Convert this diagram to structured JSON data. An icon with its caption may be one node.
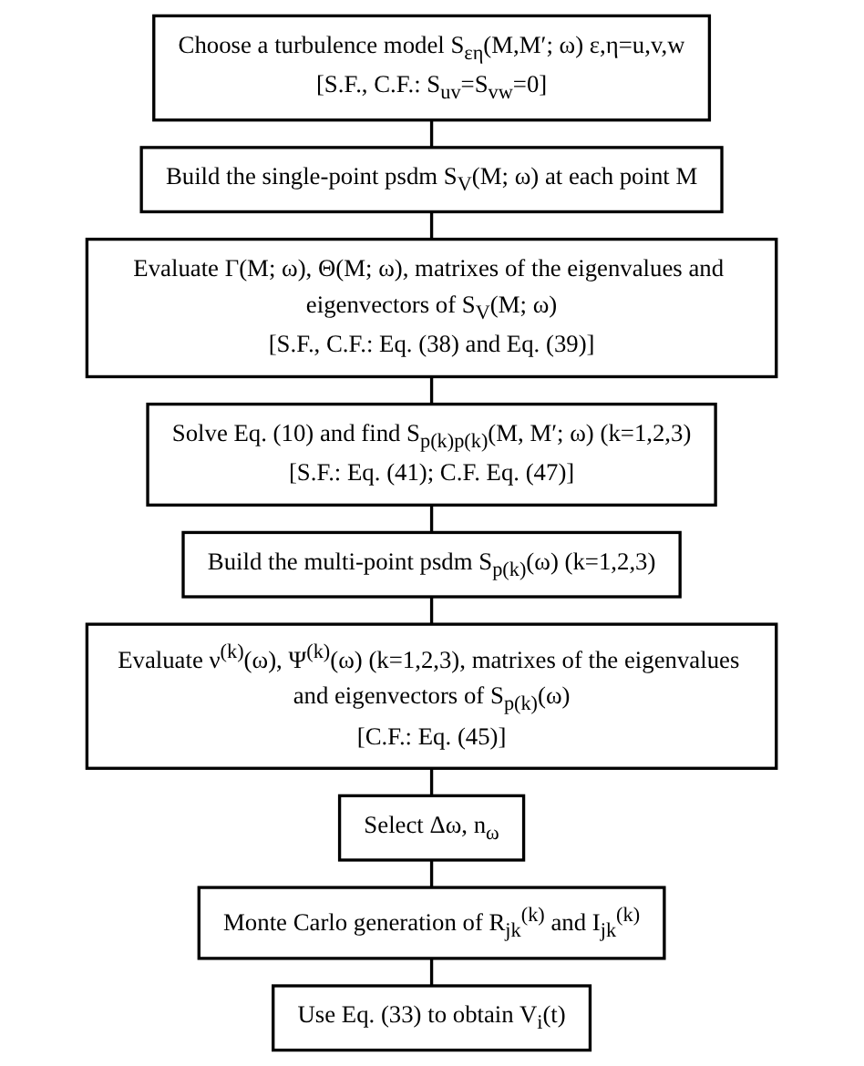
{
  "diagram": {
    "nodes": [
      {
        "text": [
          "Choose a turbulence model S$_{εη}$(M,M′; ω) ε,η=u,v,w",
          "[S.F., C.F.: S$_{uv}$=S$_{vw}$=0]"
        ]
      },
      {
        "text": [
          "Build the single-point psdm S$_{V}$(M; ω) at each point M"
        ]
      },
      {
        "text": [
          "Evaluate Γ(M; ω), Θ(M; ω), matrixes of the eigenvalues and eigenvectors of S$_{V}$(M; ω)",
          "[S.F., C.F.: Eq. (38) and Eq. (39)]"
        ]
      },
      {
        "text": [
          "Solve Eq. (10) and find S$_{p(k)p(k)}$(M, M′; ω) (k=1,2,3)",
          "[S.F.: Eq. (41); C.F. Eq. (47)]"
        ]
      },
      {
        "text": [
          "Build the multi-point psdm S$_{p(k)}$(ω) (k=1,2,3)"
        ]
      },
      {
        "text": [
          "Evaluate ν$^{(k)}$(ω), Ψ$^{(k)}$(ω) (k=1,2,3), matrixes of the eigenvalues and eigenvectors of S$_{p(k)}$(ω)",
          "[C.F.: Eq. (45)]"
        ]
      },
      {
        "text": [
          "Select Δω, n$_{ω}$"
        ]
      },
      {
        "text": [
          "Monte Carlo generation of R$_{jk}$$^{(k)}$ and I$_{jk}$$^{(k)}$"
        ]
      },
      {
        "text": [
          "Use Eq. (33) to obtain V$_{i}$(t)"
        ]
      }
    ],
    "edges": [
      {
        "from": 0,
        "to": 1,
        "arrow": "none"
      },
      {
        "from": 1,
        "to": 2,
        "arrow": "none"
      },
      {
        "from": 2,
        "to": 3,
        "arrow": "none"
      },
      {
        "from": 3,
        "to": 4,
        "arrow": "none"
      },
      {
        "from": 4,
        "to": 5,
        "arrow": "none"
      },
      {
        "from": 5,
        "to": 6,
        "arrow": "none"
      },
      {
        "from": 6,
        "to": 7,
        "arrow": "none"
      },
      {
        "from": 7,
        "to": 8,
        "arrow": "none"
      }
    ]
  }
}
